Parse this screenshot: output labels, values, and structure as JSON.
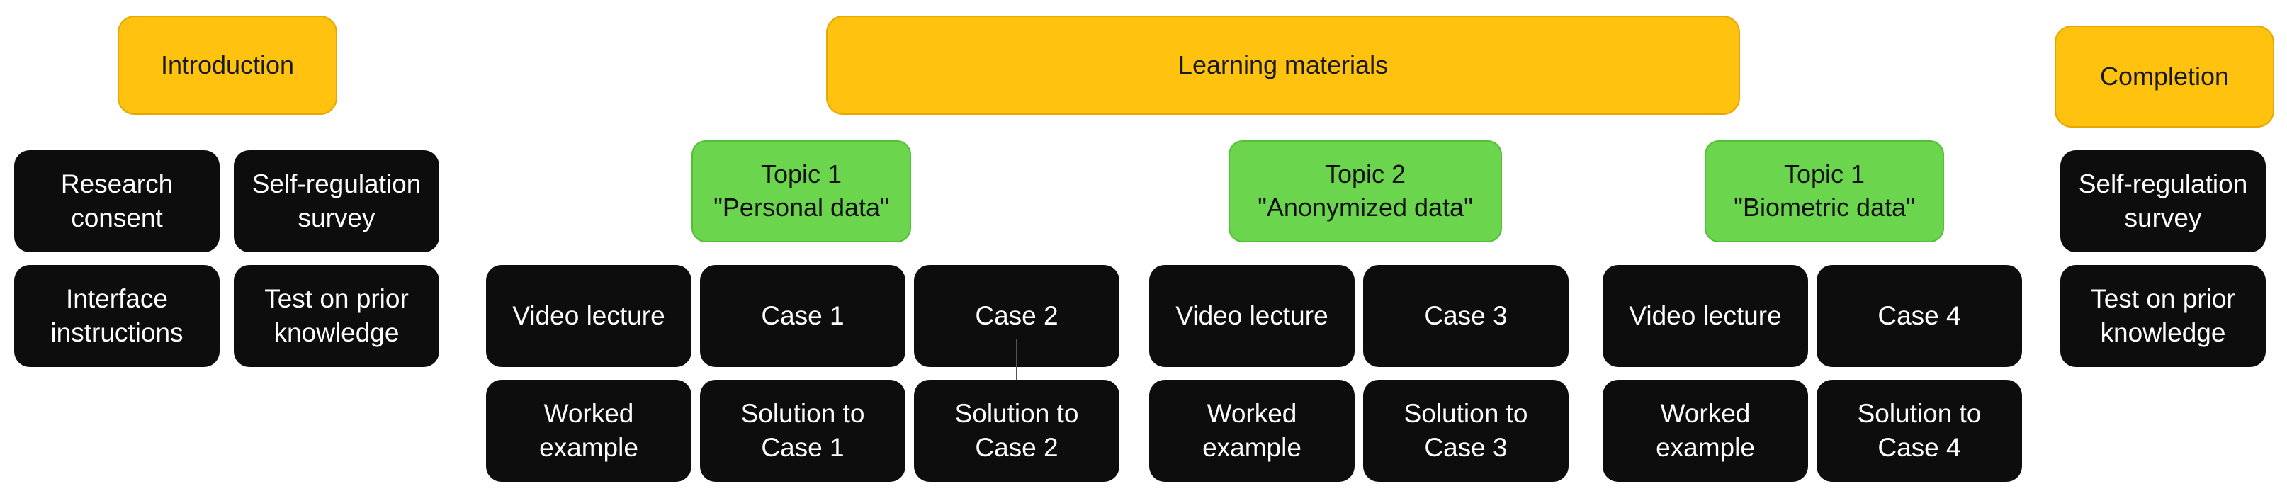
{
  "headers": {
    "introduction": "Introduction",
    "learning_materials": "Learning materials",
    "completion": "Completion"
  },
  "introduction_items": {
    "research_consent": "Research\nconsent",
    "self_regulation_survey": "Self-regulation\nsurvey",
    "interface_instructions": "Interface\ninstructions",
    "test_prior_knowledge": "Test on prior\nknowledge"
  },
  "topics": [
    {
      "label": "Topic 1\n\"Personal data\"",
      "items": [
        "Video lecture",
        "Case 1",
        "Case 2",
        "Worked\nexample",
        "Solution to\nCase 1",
        "Solution to\nCase 2"
      ]
    },
    {
      "label": "Topic 2\n\"Anonymized data\"",
      "items": [
        "Video lecture",
        "Case 3",
        "Worked\nexample",
        "Solution to\nCase 3"
      ]
    },
    {
      "label": "Topic 1\n\"Biometric data\"",
      "items": [
        "Video lecture",
        "Case 4",
        "Worked\nexample",
        "Solution to\nCase 4"
      ]
    }
  ],
  "completion_items": {
    "self_regulation_survey": "Self-regulation\nsurvey",
    "test_prior_knowledge": "Test on prior\nknowledge"
  },
  "colors": {
    "header": "#FFC20E",
    "topic": "#6CD54E",
    "item": "#0d0d0d"
  }
}
